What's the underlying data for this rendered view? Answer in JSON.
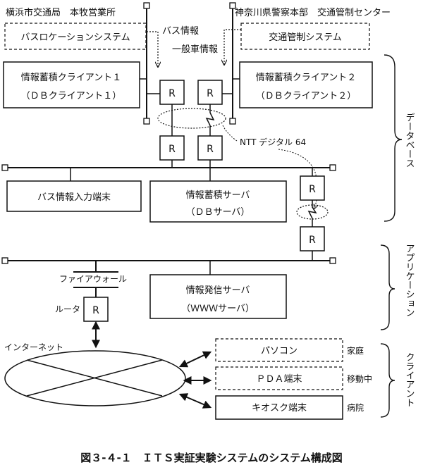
{
  "orgs": {
    "left": "横浜市交通局　本牧営業所",
    "right": "神奈川県警察本部　交通管制センター"
  },
  "systems": {
    "bus_location": "バスロケーションシステム",
    "traffic_control": "交通管制システム"
  },
  "flows": {
    "bus_info": "バス情報",
    "general_vehicle_info": "一般車情報"
  },
  "clients": {
    "client1_line1": "情報蓄積クライアント１",
    "client1_line2": "（ＤＢクライアント１）",
    "client2_line1": "情報蓄積クライアント２",
    "client2_line2": "（ＤＢクライアント２）"
  },
  "router_label": "R",
  "ntt_label": "NTT デジタル 64",
  "terminals": {
    "bus_input": "バス情報入力端末",
    "db_server_line1": "情報蓄積サーバ",
    "db_server_line2": "（ＤＢサーバ）",
    "info_server_line1": "情報発信サーバ",
    "info_server_line2": "（ＷＷＷサーバ）"
  },
  "network": {
    "firewall": "ファイアウォール",
    "router": "ルータ",
    "internet": "インターネット"
  },
  "endpoints": {
    "pc": "パソコン",
    "pda": "ＰＤＡ端末",
    "kiosk": "キオスク端末"
  },
  "locations": {
    "home": "家庭",
    "mobile": "移動中",
    "hospital": "病院"
  },
  "sections": {
    "database": "データベース",
    "application": "アプリケーション",
    "client": "クライアント"
  },
  "caption": "図３-４-１　ＩＴＳ実証実験システムのシステム構成図"
}
